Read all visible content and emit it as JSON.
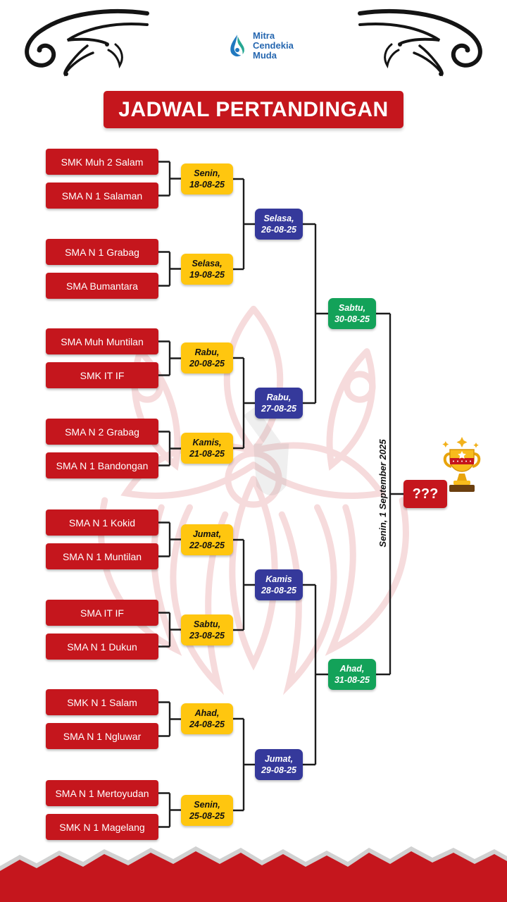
{
  "logo": {
    "name_lines": [
      "Mitra",
      "Cendekia",
      "Muda"
    ]
  },
  "title": "JADWAL PERTANDINGAN",
  "colors": {
    "red": "#C5161D",
    "yellow": "#FFC60F",
    "blue": "#35399B",
    "green": "#13A259",
    "logo_blue": "#2667B0"
  },
  "bracket": {
    "round1": [
      {
        "team_top": "SMK Muh 2 Salam",
        "team_bottom": "SMA N 1 Salaman",
        "day": "Senin,",
        "date": "18-08-25"
      },
      {
        "team_top": "SMA N 1 Grabag",
        "team_bottom": "SMA Bumantara",
        "day": "Selasa,",
        "date": "19-08-25"
      },
      {
        "team_top": "SMA Muh Muntilan",
        "team_bottom": "SMK IT IF",
        "day": "Rabu,",
        "date": "20-08-25"
      },
      {
        "team_top": "SMA N 2 Grabag",
        "team_bottom": "SMA N 1 Bandongan",
        "day": "Kamis,",
        "date": "21-08-25"
      },
      {
        "team_top": "SMA N 1 Kokid",
        "team_bottom": "SMA N 1 Muntilan",
        "day": "Jumat,",
        "date": "22-08-25"
      },
      {
        "team_top": "SMA IT IF",
        "team_bottom": "SMA N 1 Dukun",
        "day": "Sabtu,",
        "date": "23-08-25"
      },
      {
        "team_top": "SMK N 1 Salam",
        "team_bottom": "SMA N 1 Ngluwar",
        "day": "Ahad,",
        "date": "24-08-25"
      },
      {
        "team_top": "SMA N 1 Mertoyudan",
        "team_bottom": "SMK N 1 Magelang",
        "day": "Senin,",
        "date": "25-08-25"
      }
    ],
    "quarterfinals": [
      {
        "day": "Selasa,",
        "date": "26-08-25"
      },
      {
        "day": "Rabu,",
        "date": "27-08-25"
      },
      {
        "day": "Kamis",
        "date": "28-08-25"
      },
      {
        "day": "Jumat,",
        "date": "29-08-25"
      }
    ],
    "semifinals": [
      {
        "day": "Sabtu,",
        "date": "30-08-25"
      },
      {
        "day": "Ahad,",
        "date": "31-08-25"
      }
    ],
    "final": {
      "placeholder": "???",
      "date": "Senin, 1 September 2025"
    }
  }
}
